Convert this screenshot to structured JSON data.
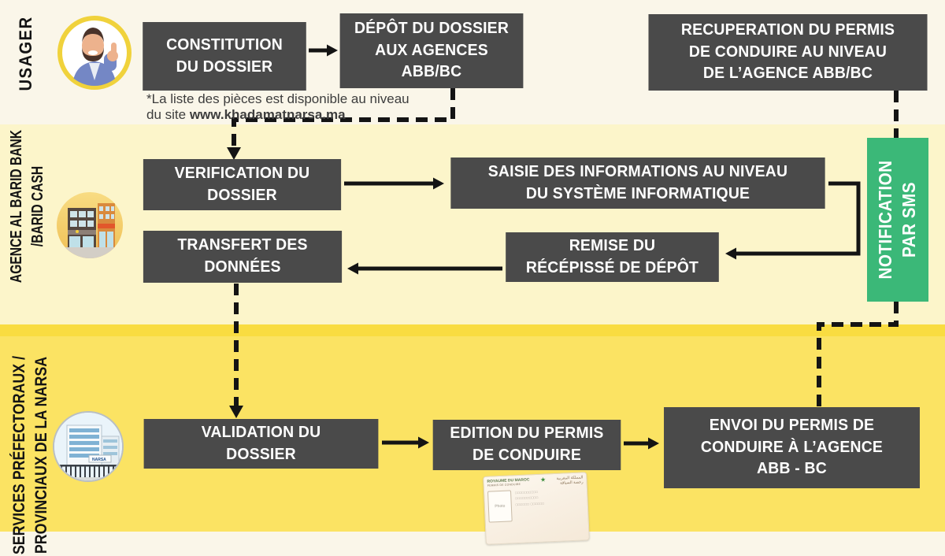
{
  "lanes": {
    "usager": {
      "label": "USAGER"
    },
    "abb": {
      "label": "AGENCE AL BARID BANK\n/BARID CASH"
    },
    "narsa": {
      "label": "SERVICES PRÉFECTORAUX /\nPROVINCIAUX DE LA NARSA"
    }
  },
  "steps": {
    "constitution": {
      "label": "CONSTITUTION\nDU DOSSIER"
    },
    "depot": {
      "label": "DÉPÔT DU DOSSIER\nAUX AGENCES\nABB/BC"
    },
    "recuperation": {
      "label": "RECUPERATION DU PERMIS\nDE CONDUIRE AU NIVEAU\nDE L’AGENCE ABB/BC"
    },
    "verification": {
      "label": "VERIFICATION DU\nDOSSIER"
    },
    "saisie": {
      "label": "SAISIE DES INFORMATIONS AU NIVEAU\nDU SYSTÈME INFORMATIQUE"
    },
    "transfert": {
      "label": "TRANSFERT DES\nDONNÉES"
    },
    "remise": {
      "label": "REMISE DU\nRÉCÉPISSÉ DE DÉPÔT"
    },
    "validation": {
      "label": "VALIDATION DU\nDOSSIER"
    },
    "edition": {
      "label": "EDITION DU PERMIS\nDE CONDUIRE"
    },
    "envoi": {
      "label": "ENVOI DU PERMIS DE\nCONDUIRE À L’AGENCE\nABB - BC"
    },
    "notification": {
      "label": "NOTIFICATION\nPAR SMS"
    }
  },
  "note": {
    "line1": "*La liste des pièces est disponible au niveau",
    "line2_prefix": "du site ",
    "line2_bold": "www.khadamatnarsa.ma"
  },
  "license_card": {
    "country": "ROYAUME DU MAROC",
    "doc_type": "PERMIS DE CONDUIRE",
    "country_arabic": "المملكة المغربية",
    "subtitle_arabic": "رخصة السياقة",
    "photo_label": "Photo",
    "field_placeholder_1": "□□□□□□□□□□",
    "field_placeholder_2": "□□□□□□□□□□",
    "field_placeholder_3": "□□□□□□  □□□□□□"
  },
  "icons": {
    "usager": "user-avatar-icon",
    "abb": "bank-agency-buildings-icon",
    "narsa": "narsa-headquarters-building-icon",
    "star": "morocco-star-emblem-icon"
  },
  "colors": {
    "lane_usager_bg": "#faf6e9",
    "lane_abb_bg": "#fcf5ca",
    "lane_narsa_bg": "#fbe363",
    "step_box_bg": "#4a4a4a",
    "step_box_text": "#ffffff",
    "notification_bg": "#3bb878",
    "connector": "#141414",
    "avatar_ring": "#f0d23c"
  }
}
